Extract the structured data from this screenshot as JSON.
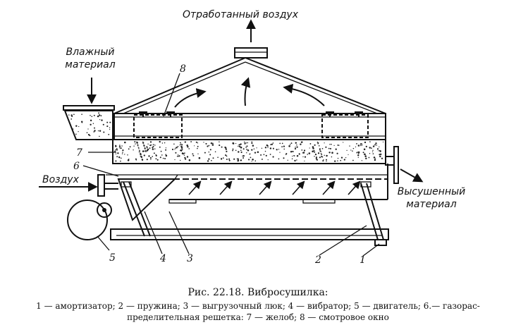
{
  "labels": {
    "exhaust_air": "Отработанный воздух",
    "wet_material_1": "Влажный",
    "wet_material_2": "материал",
    "air_in": "Воздух",
    "dried_material_1": "Высушенный",
    "dried_material_2": "материал"
  },
  "numbers": {
    "n1": "1",
    "n2": "2",
    "n3": "3",
    "n4": "4",
    "n5": "5",
    "n6": "6",
    "n7": "7",
    "n8": "8"
  },
  "caption": {
    "title": "Рис. 22.18. Вибросушилка:",
    "line1": "1 — амортизатор; 2 — пружина; 3 — выгрузочный люк; 4 — вибратор; 5 — двигатель; 6.— газорас-",
    "line2": "пределительная решетка: 7 — желоб; 8 — смотровое окно"
  }
}
